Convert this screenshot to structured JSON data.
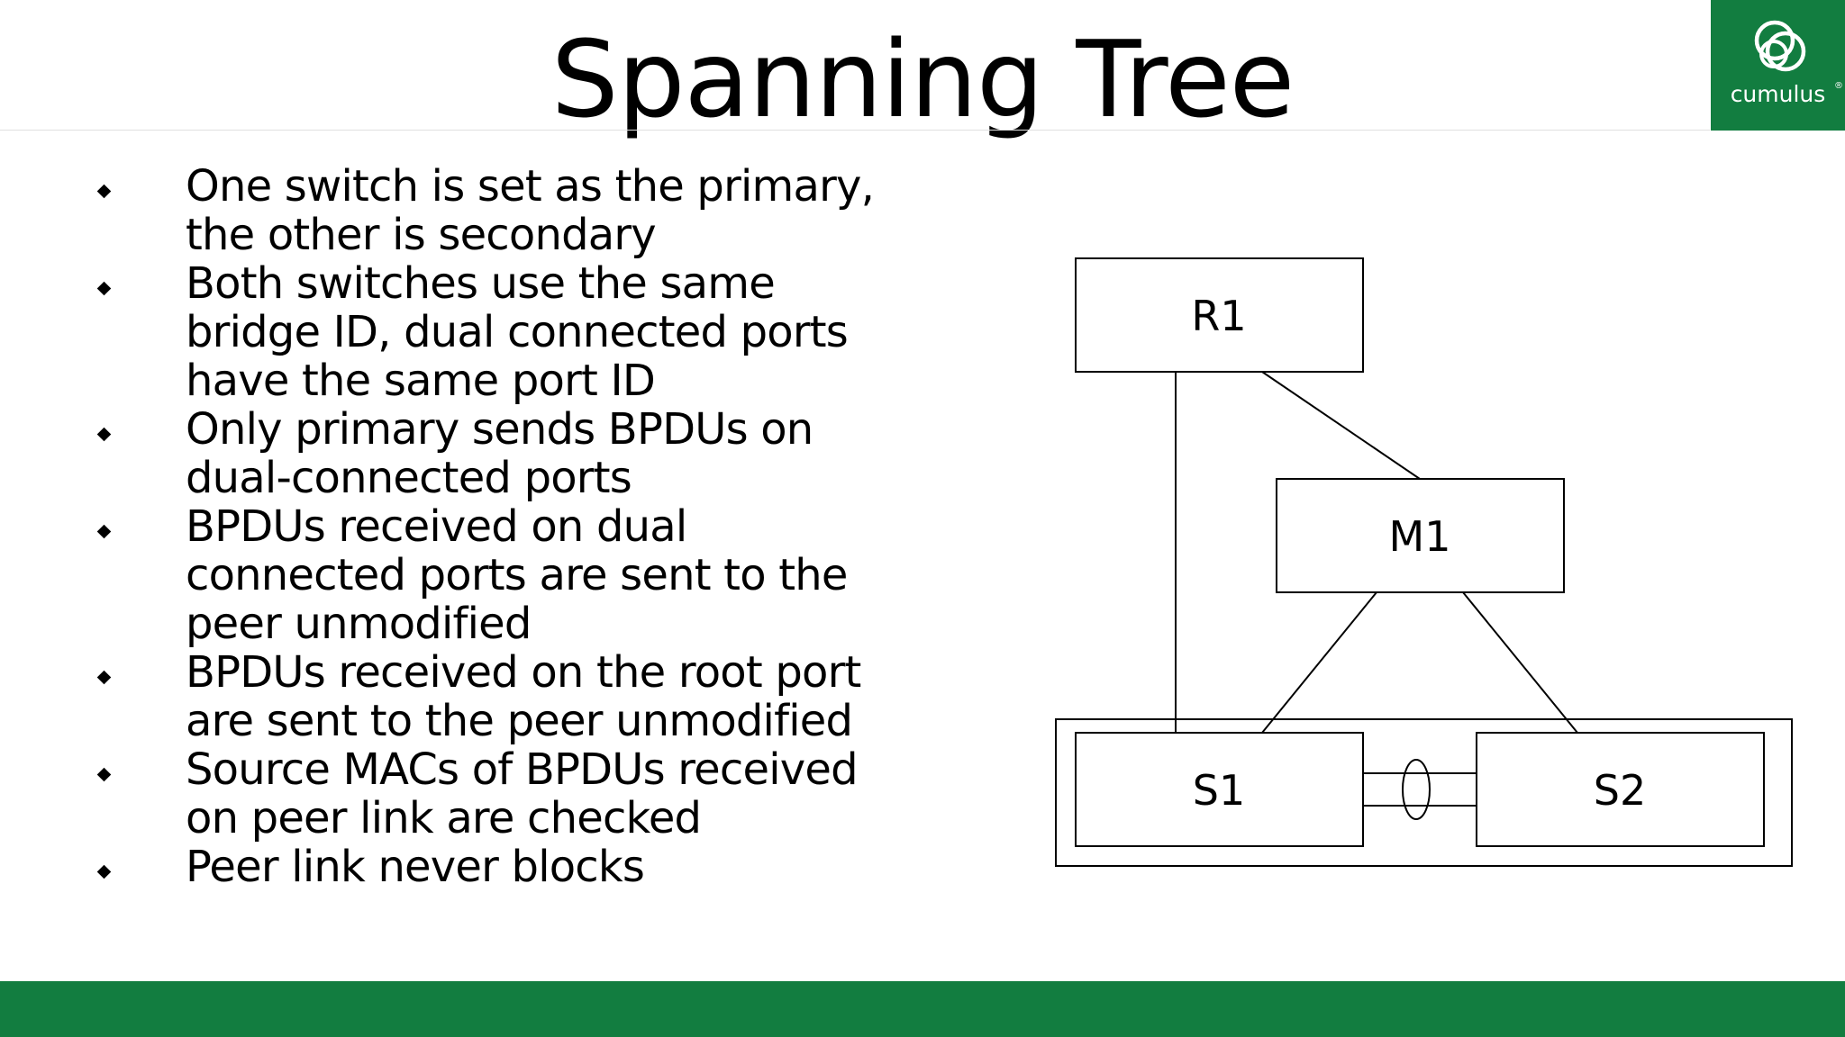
{
  "slide": {
    "title": "Spanning Tree"
  },
  "logo": {
    "name": "cumulus",
    "registered_mark": "®",
    "icon": "cumulus-rings-icon",
    "background_color": "#127d40"
  },
  "bullets": [
    {
      "line1": "One switch is set as the primary,",
      "line2": "the other is secondary",
      "line3": ""
    },
    {
      "line1": "Both switches use the same",
      "line2": "bridge ID, dual connected ports",
      "line3": "have the same port ID"
    },
    {
      "line1": "Only primary sends BPDUs on",
      "line2": "dual-connected ports",
      "line3": ""
    },
    {
      "line1": "BPDUs received on dual",
      "line2": "connected ports are sent to the",
      "line3": "peer unmodified"
    },
    {
      "line1": "BPDUs received on the root port",
      "line2": "are sent to the peer unmodified",
      "line3": ""
    },
    {
      "line1": "Source MACs of BPDUs received",
      "line2": "on peer link are checked",
      "line3": ""
    },
    {
      "line1": "Peer link never blocks",
      "line2": "",
      "line3": ""
    }
  ],
  "diagram": {
    "nodes": {
      "r1": "R1",
      "m1": "M1",
      "s1": "S1",
      "s2": "S2"
    }
  },
  "colors": {
    "brand_green": "#127d40",
    "text": "#000000",
    "line": "#000000"
  }
}
